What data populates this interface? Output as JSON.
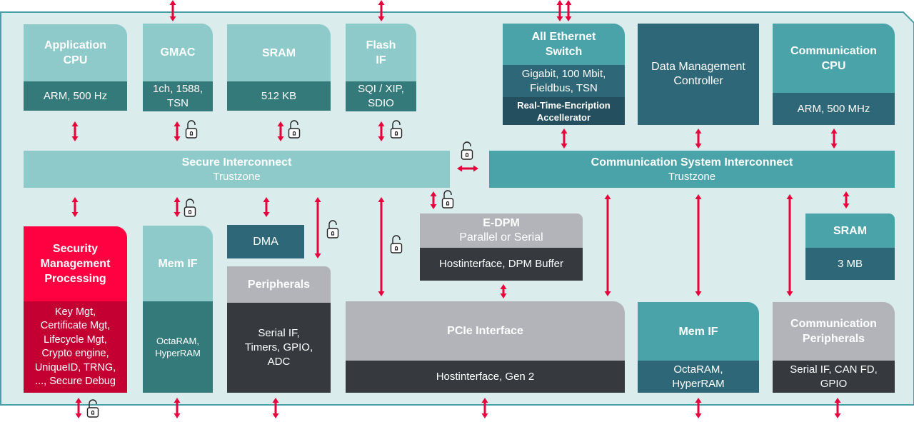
{
  "colors": {
    "panel": "#daecec",
    "panel_border": "#4a9ea5",
    "arrow": "#e8003d",
    "security": "#ff0040",
    "light_teal": "#8fcacb",
    "dark_teal": "#357a7a",
    "grey": "#b3b4b9",
    "dark_grey": "#363a3f"
  },
  "blocks": {
    "app_cpu": {
      "title": "Application\nCPU",
      "sub": "ARM, 500 Hz"
    },
    "gmac": {
      "title": "GMAC",
      "sub": "1ch, 1588,\nTSN"
    },
    "sram": {
      "title": "SRAM",
      "sub": "512 KB"
    },
    "flash_if": {
      "title": "Flash\nIF",
      "sub": "SQI / XIP,\nSDIO"
    },
    "eth_switch": {
      "title": "All Ethernet\nSwitch",
      "sub": "Gigabit, 100 Mbit,\nFieldbus, TSN",
      "sub2": "Real-Time-Encription\nAccellerator"
    },
    "dmc": {
      "title": "Data Management\nController"
    },
    "comm_cpu": {
      "title": "Communication\nCPU",
      "sub": "ARM, 500 MHz"
    },
    "security": {
      "title": "Security\nManagement\nProcessing",
      "sub": "Key Mgt,\nCertificate Mgt,\nLifecycle Mgt,\nCrypto engine,\nUniqueID, TRNG,\n..., Secure Debug"
    },
    "mem_if_left": {
      "title": "Mem IF",
      "sub": "OctaRAM,\nHyperRAM"
    },
    "dma": {
      "title": "DMA"
    },
    "peripherals": {
      "title": "Peripherals",
      "sub": "Serial IF,\nTimers, GPIO,\nADC"
    },
    "edpm": {
      "title": "E-DPM",
      "title2": "Parallel or Serial",
      "sub": "Hostinterface, DPM Buffer"
    },
    "pcie": {
      "title": "PCIe Interface",
      "sub": "Hostinterface, Gen 2"
    },
    "mem_if_right": {
      "title": "Mem IF",
      "sub": "OctaRAM,\nHyperRAM"
    },
    "comm_periph": {
      "title": "Communication\nPeripherals",
      "sub": "Serial IF, CAN FD,\nGPIO"
    },
    "sram_right": {
      "title": "SRAM",
      "sub": "3 MB"
    }
  },
  "interconnects": {
    "secure": {
      "title": "Secure Interconnect",
      "sub": "Trustzone"
    },
    "comm": {
      "title": "Communication System Interconnect",
      "sub": "Trustzone"
    }
  },
  "icons": {
    "arrow": "double-arrow-icon",
    "lock": "unlocked-padlock-icon"
  }
}
